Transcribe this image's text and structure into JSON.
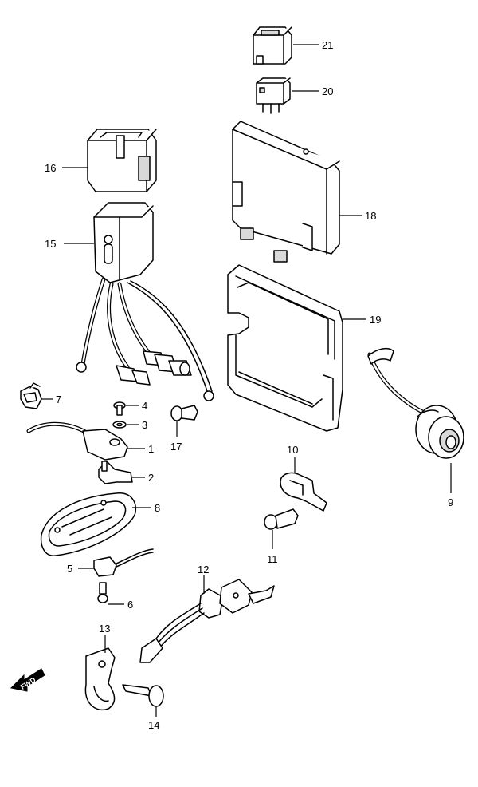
{
  "callouts": {
    "c1": "1",
    "c2": "2",
    "c3": "3",
    "c4": "4",
    "c5": "5",
    "c6": "6",
    "c7": "7",
    "c8": "8",
    "c9": "9",
    "c10": "10",
    "c11": "11",
    "c12": "12",
    "c13": "13",
    "c14": "14",
    "c15": "15",
    "c16": "16",
    "c17": "17",
    "c18": "18",
    "c19": "19",
    "c20": "20",
    "c21": "21"
  },
  "fwd_indicator": {
    "label": "FWD"
  }
}
